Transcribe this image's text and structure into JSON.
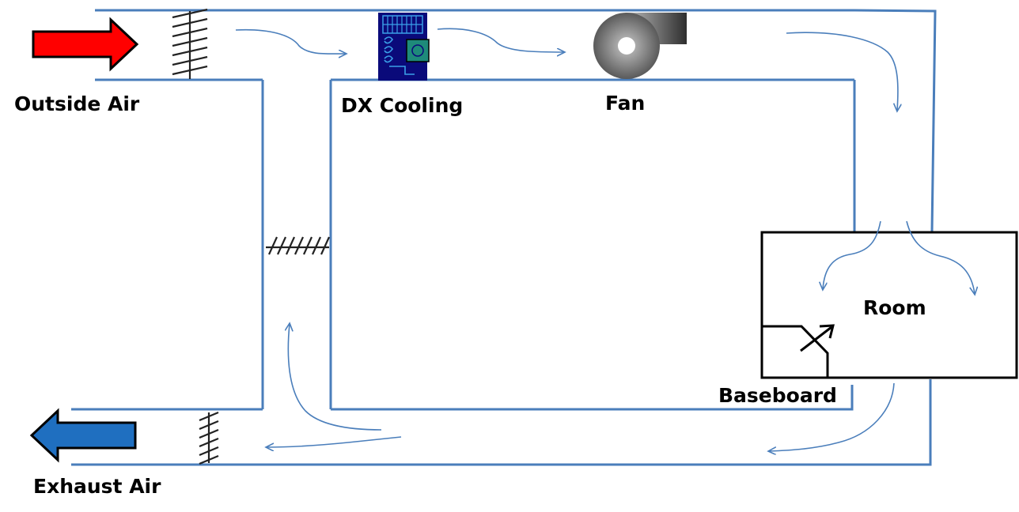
{
  "labels": {
    "outside_air": "Outside Air",
    "dx_cooling": "DX Cooling",
    "fan": "Fan",
    "room": "Room",
    "baseboard": "Baseboard",
    "exhaust_air": "Exhaust Air"
  },
  "colors": {
    "duct": "#4a7ebb",
    "outside_air_arrow": "#ff0000",
    "exhaust_air_arrow": "#1f6fc0",
    "coil_body": "#0a0a7a",
    "coil_accent": "#3aa0e8",
    "outline": "#000000"
  },
  "icons": {
    "outside_air": "red-arrow-right-icon",
    "exhaust_air": "blue-arrow-left-icon",
    "dx_cooling": "cooling-coil-icon",
    "fan": "centrifugal-fan-icon",
    "baseboard": "baseboard-heater-icon",
    "damper": "damper-icon"
  }
}
